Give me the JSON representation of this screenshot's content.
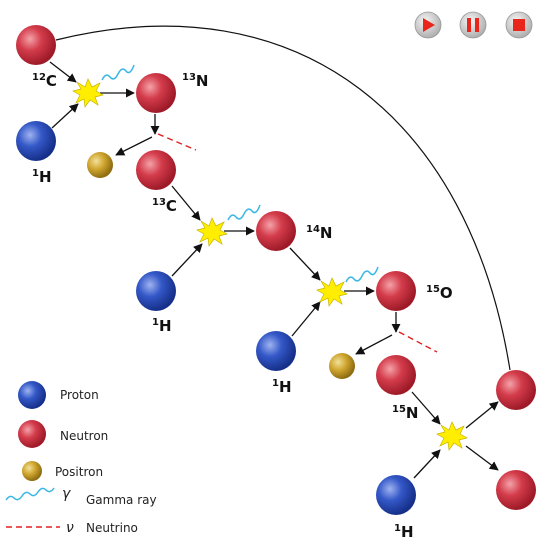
{
  "controls": {
    "play": "play-icon",
    "pause": "pause-icon",
    "stop": "stop-icon"
  },
  "colors": {
    "proton": "#2747b8",
    "neutron": "#c8283a",
    "positron": "#c9a227",
    "gamma": "#3bb7e6",
    "neutrino": "#e02020",
    "burst": "#ffee00",
    "button": "#d9d9d9",
    "button_icon": "#e8261c"
  },
  "nuclei": {
    "c12": {
      "mass": "12",
      "sym": "C"
    },
    "n13": {
      "mass": "13",
      "sym": "N"
    },
    "c13": {
      "mass": "13",
      "sym": "C"
    },
    "n14": {
      "mass": "14",
      "sym": "N"
    },
    "o15": {
      "mass": "15",
      "sym": "O"
    },
    "n15": {
      "mass": "15",
      "sym": "N"
    },
    "h1": {
      "mass": "1",
      "sym": "H"
    }
  },
  "legend": {
    "proton": "Proton",
    "neutron": "Neutron",
    "positron": "Positron",
    "gamma_symbol": "γ",
    "gamma": "Gamma ray",
    "neutrino_symbol": "ν",
    "neutrino": "Neutrino"
  }
}
